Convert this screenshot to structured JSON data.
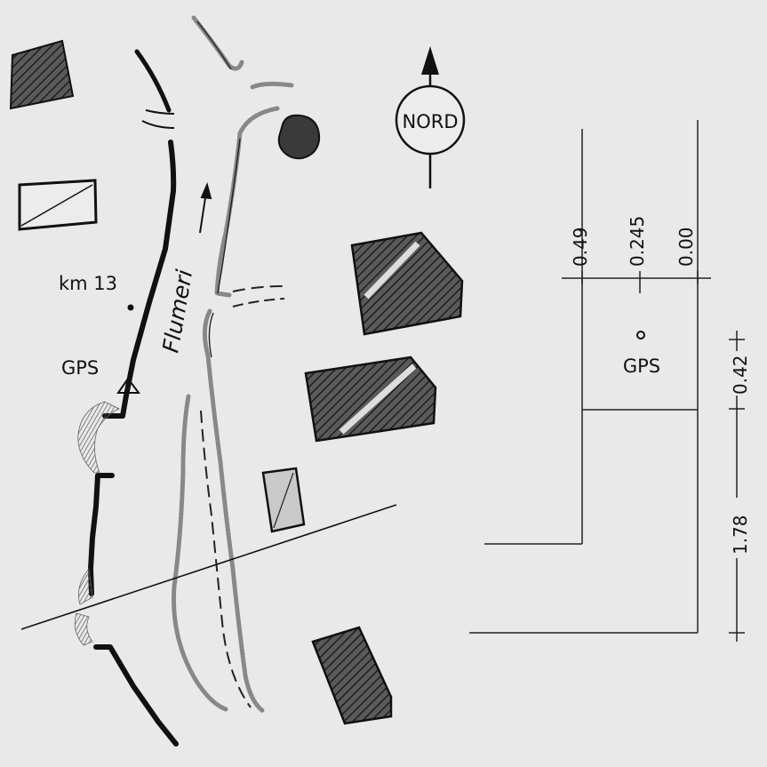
{
  "map": {
    "compass_label": "NORD",
    "river_label": "Flumeri",
    "km_marker": "km 13",
    "gps_label": "GPS",
    "detail": {
      "gps_label": "GPS",
      "offsets": [
        "0.49",
        "0.245",
        "0.00"
      ],
      "dimensions": [
        "0.42",
        "1.78"
      ]
    }
  },
  "colors": {
    "background": "#e9e9e9",
    "ink": "#111111",
    "bank_hatch": "#8a8a8a",
    "building_fill": "#3c3c3c"
  }
}
